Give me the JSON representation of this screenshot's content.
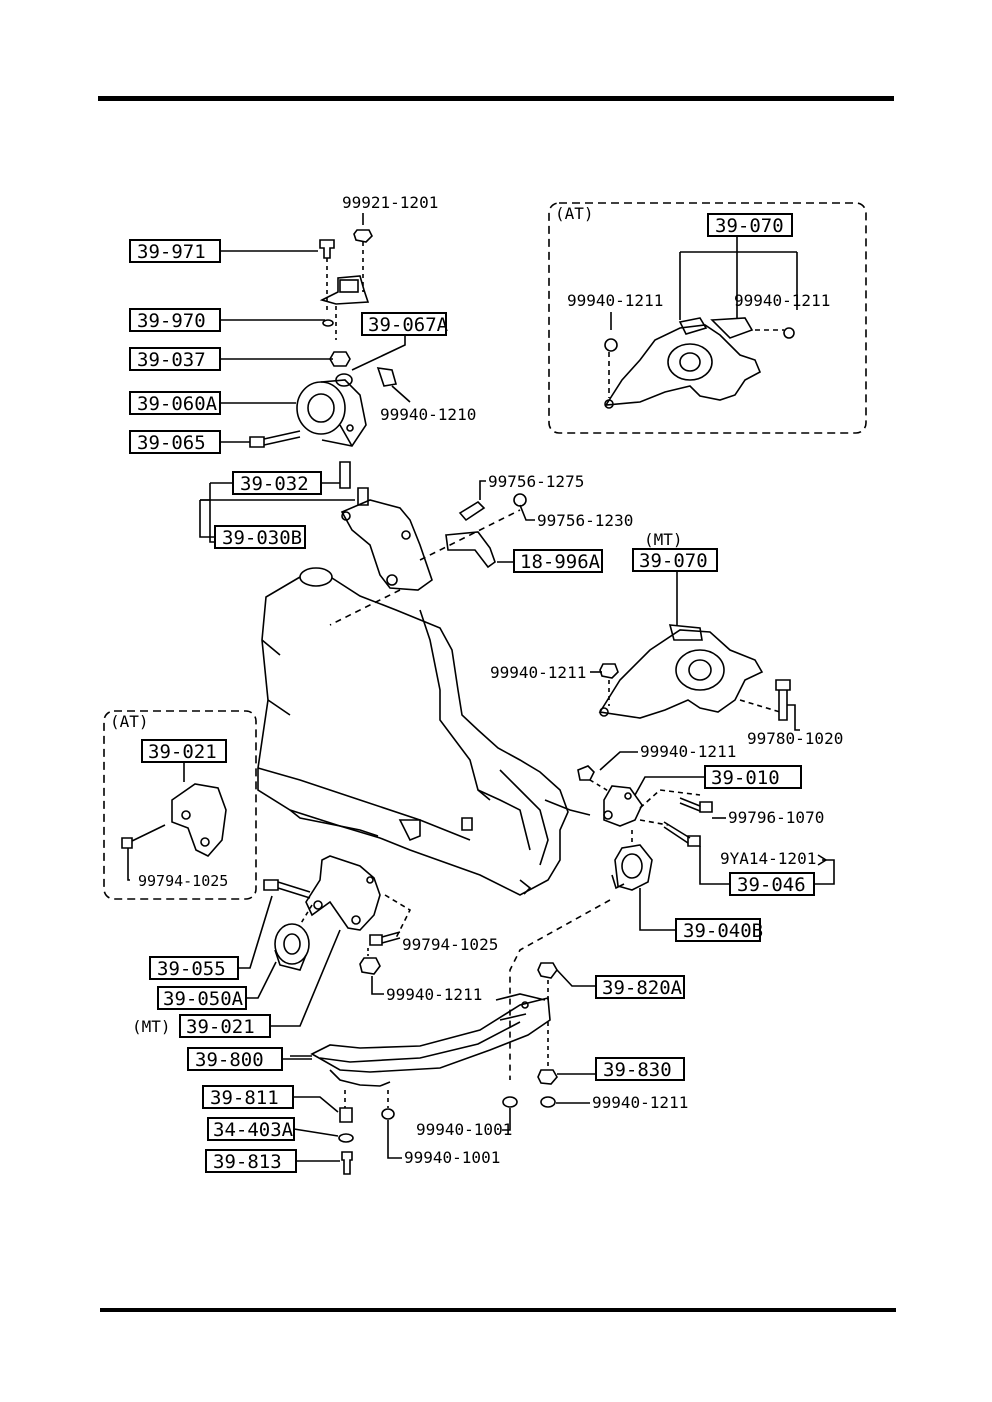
{
  "diagram": {
    "boxed_labels": {
      "p39_971": "39-971",
      "p39_970": "39-970",
      "p39_067A": "39-067A",
      "p39_037": "39-037",
      "p39_060A": "39-060A",
      "p39_065": "39-065",
      "p39_032": "39-032",
      "p39_030B": "39-030B",
      "p18_996A": "18-996A",
      "p39_070_mt": "39-070",
      "p39_070_at": "39-070",
      "p39_021_at": "39-021",
      "p39_010": "39-010",
      "p39_046": "39-046",
      "p39_040B": "39-040B",
      "p39_055": "39-055",
      "p39_050A": "39-050A",
      "p39_021_mt": "39-021",
      "p39_820A": "39-820A",
      "p39_800": "39-800",
      "p39_830": "39-830",
      "p39_811": "39-811",
      "p34_403A": "34-403A",
      "p39_813": "39-813"
    },
    "plain_labels": {
      "n99921_1201": "99921-1201",
      "n99940_1210": "99940-1210",
      "n99940_1211_at_l": "99940-1211",
      "n99940_1211_at_r": "99940-1211",
      "n99756_1275": "99756-1275",
      "n99756_1230": "99756-1230",
      "n99940_1211_mt": "99940-1211",
      "n99780_1020": "99780-1020",
      "n99940_1211_c": "99940-1211",
      "n99796_1070": "99796-1070",
      "n9YA14_1201": "9YA14-1201",
      "n99794_1025_at": "99794-1025",
      "n99794_1025": "99794-1025",
      "n99940_1211_d": "99940-1211",
      "n99940_1211_e": "99940-1211",
      "n99940_1001_a": "99940-1001",
      "n99940_1001_b": "99940-1001"
    },
    "variant_tags": {
      "at_top": "(AT)",
      "at_left": "(AT)",
      "mt_top": "(MT)",
      "mt_left": "(MT)"
    }
  }
}
